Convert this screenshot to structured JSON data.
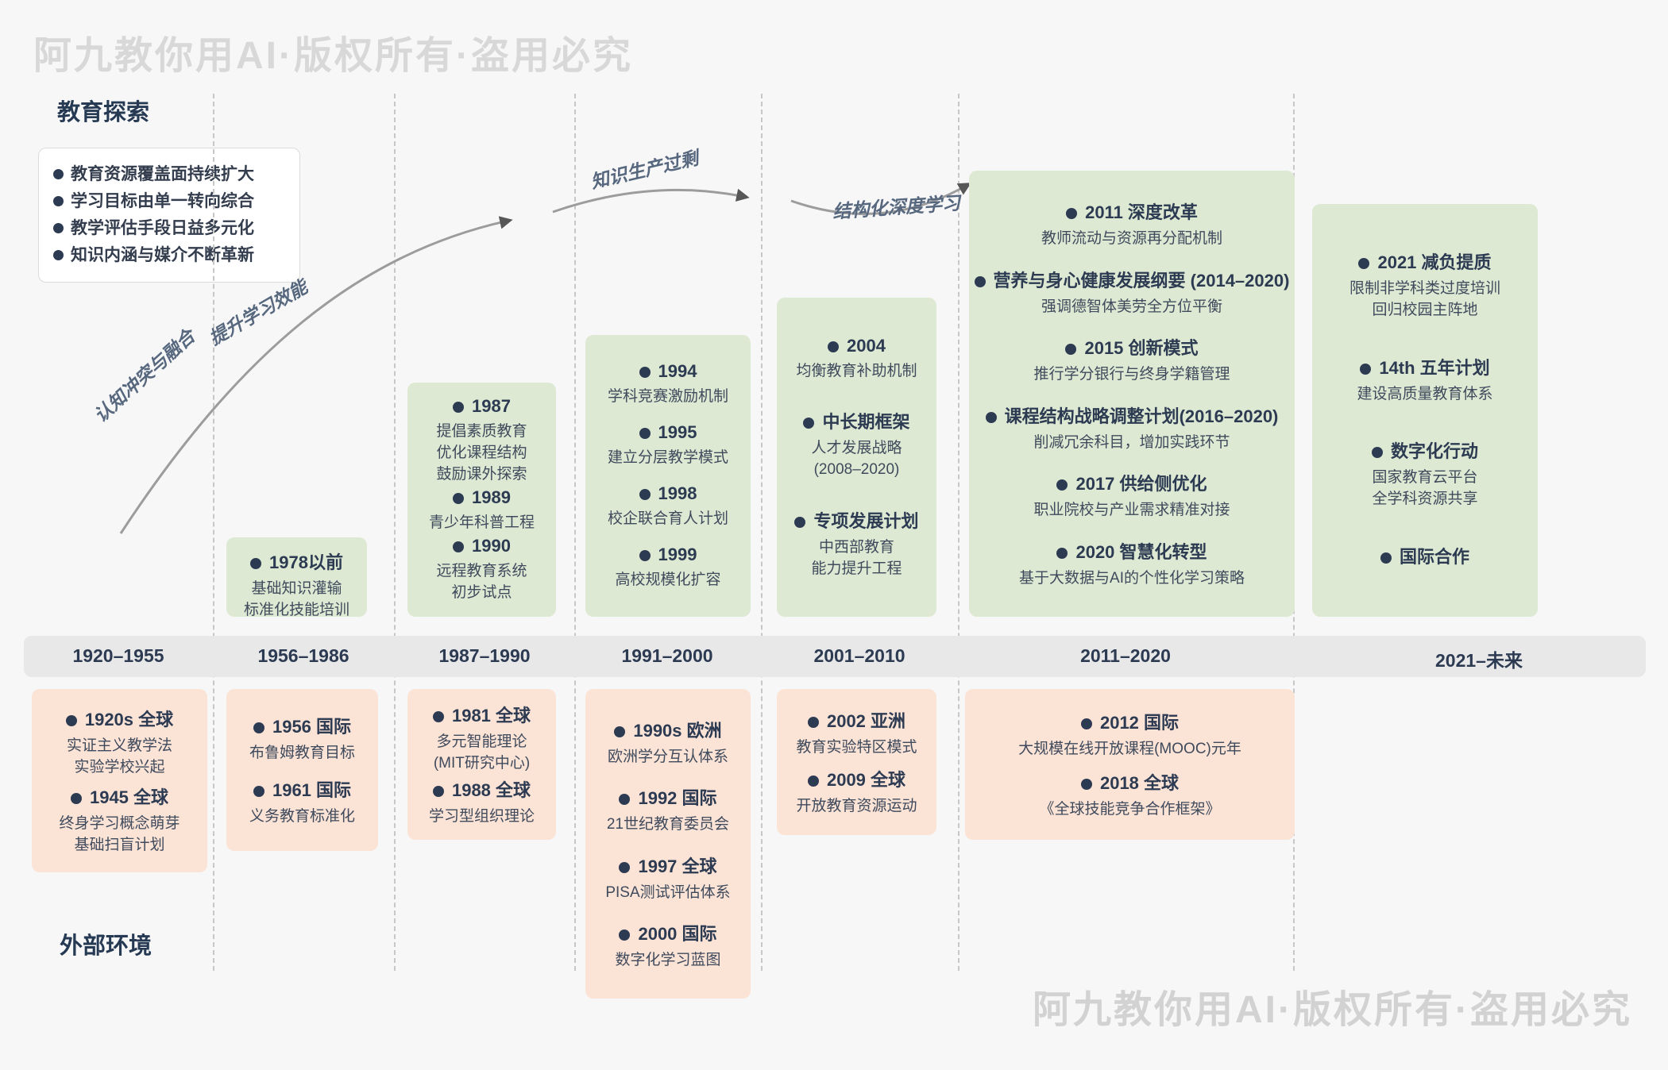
{
  "watermark": "阿九教你用AI·版权所有·盗用必究",
  "sections": {
    "top": "教育探索",
    "bottom": "外部环境"
  },
  "info_card": {
    "bullets": [
      "教育资源覆盖面持续扩大",
      "学习目标由单一转向综合",
      "教学评估手段日益多元化",
      "知识内涵与媒介不断革新"
    ]
  },
  "curve_labels": [
    "认知冲突与融合",
    "提升学习效能",
    "知识生产过剩",
    "结构化深度学习"
  ],
  "colors": {
    "green_box": "#dde9d3",
    "orange_box": "#fbe3d6",
    "band": "#e8e8e9",
    "accent_navy": "#2c3a52",
    "curve_gray": "#9c9c9c",
    "watermark_gray": "#d6d6d6"
  },
  "columns": [
    {
      "period": "1920–1955",
      "green": [],
      "orange": [
        {
          "title": "1920s 全球",
          "lines": [
            "实证主义教学法",
            "实验学校兴起"
          ]
        },
        {
          "title": "1945 全球",
          "lines": [
            "终身学习概念萌芽",
            "基础扫盲计划"
          ]
        }
      ]
    },
    {
      "period": "1956–1986",
      "green": [
        {
          "title": "1978以前",
          "lines": [
            "基础知识灌输",
            "标准化技能培训"
          ]
        }
      ],
      "orange": [
        {
          "title": "1956 国际",
          "lines": [
            "布鲁姆教育目标"
          ]
        },
        {
          "title": "1961 国际",
          "lines": [
            "义务教育标准化"
          ]
        }
      ]
    },
    {
      "period": "1987–1990",
      "green": [
        {
          "title": "1987",
          "lines": [
            "提倡素质教育",
            "优化课程结构",
            "鼓励课外探索"
          ]
        },
        {
          "title": "1989",
          "lines": [
            "青少年科普工程"
          ]
        },
        {
          "title": "1990",
          "lines": [
            "远程教育系统",
            "初步试点"
          ]
        }
      ],
      "orange": [
        {
          "title": "1981 全球",
          "lines": [
            "多元智能理论",
            "(MIT研究中心)"
          ]
        },
        {
          "title": "1988 全球",
          "lines": [
            "学习型组织理论"
          ]
        }
      ]
    },
    {
      "period": "1991–2000",
      "green": [
        {
          "title": "1994",
          "lines": [
            "学科竞赛激励机制"
          ]
        },
        {
          "title": "1995",
          "lines": [
            "建立分层教学模式"
          ]
        },
        {
          "title": "1998",
          "lines": [
            "校企联合育人计划"
          ]
        },
        {
          "title": "1999",
          "lines": [
            "高校规模化扩容"
          ]
        }
      ],
      "orange": [
        {
          "title": "1990s 欧洲",
          "lines": [
            "欧洲学分互认体系"
          ]
        },
        {
          "title": "1992 国际",
          "lines": [
            "21世纪教育委员会"
          ]
        },
        {
          "title": "1997 全球",
          "lines": [
            "PISA测试评估体系"
          ]
        },
        {
          "title": "2000 国际",
          "lines": [
            "数字化学习蓝图"
          ]
        }
      ]
    },
    {
      "period": "2001–2010",
      "green": [
        {
          "title": "2004",
          "lines": [
            "均衡教育补助机制"
          ]
        },
        {
          "title": "中长期框架",
          "lines": [
            "人才发展战略",
            "(2008–2020)"
          ]
        },
        {
          "title": "专项发展计划",
          "lines": [
            "中西部教育",
            "能力提升工程"
          ]
        }
      ],
      "orange": [
        {
          "title": "2002 亚洲",
          "lines": [
            "教育实验特区模式"
          ]
        },
        {
          "title": "2009 全球",
          "lines": [
            "开放教育资源运动"
          ]
        }
      ]
    },
    {
      "period": "2011–2020",
      "green": [
        {
          "title": "2011 深度改革",
          "lines": [
            "教师流动与资源再分配机制"
          ]
        },
        {
          "title": "营养与身心健康发展纲要 (2014–2020)",
          "lines": [
            "强调德智体美劳全方位平衡"
          ]
        },
        {
          "title": "2015 创新模式",
          "lines": [
            "推行学分银行与终身学籍管理"
          ]
        },
        {
          "title": "课程结构战略调整计划(2016–2020)",
          "lines": [
            "削减冗余科目，增加实践环节"
          ]
        },
        {
          "title": "2017 供给侧优化",
          "lines": [
            "职业院校与产业需求精准对接"
          ]
        },
        {
          "title": "2020 智慧化转型",
          "lines": [
            "基于大数据与AI的个性化学习策略"
          ]
        }
      ],
      "orange": [
        {
          "title": "2012 国际",
          "lines": [
            "大规模在线开放课程(MOOC)元年"
          ]
        },
        {
          "title": "2018 全球",
          "lines": [
            "《全球技能竞争合作框架》"
          ]
        }
      ]
    },
    {
      "period": "2021–未来",
      "green": [
        {
          "title": "2021 减负提质",
          "lines": [
            "限制非学科类过度培训",
            "回归校园主阵地"
          ]
        },
        {
          "title": "14th 五年计划",
          "lines": [
            "建设高质量教育体系"
          ]
        },
        {
          "title": "数字化行动",
          "lines": [
            "国家教育云平台",
            "全学科资源共享"
          ]
        },
        {
          "title": "国际合作",
          "lines": []
        }
      ],
      "orange": []
    }
  ]
}
